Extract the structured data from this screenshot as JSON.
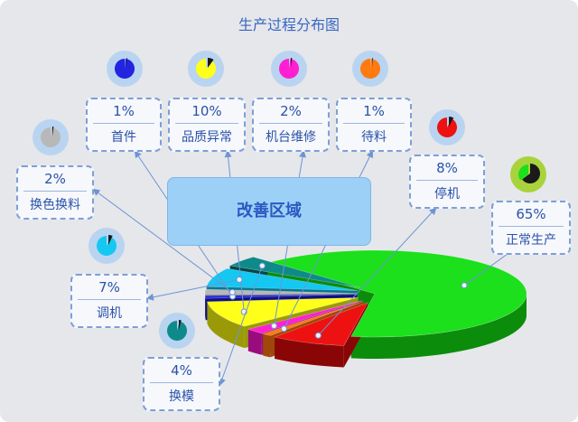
{
  "chart_data": {
    "type": "pie",
    "title": "生产过程分布图",
    "slices": [
      {
        "name": "正常生产",
        "value": 65,
        "label": "65%",
        "color": "#1be01b",
        "dark": "#0b8d0b"
      },
      {
        "name": "停机",
        "value": 8,
        "label": "8%",
        "color": "#ee1111",
        "dark": "#8a0606"
      },
      {
        "name": "待料",
        "value": 1,
        "label": "1%",
        "color": "#ff7a10",
        "dark": "#a04808"
      },
      {
        "name": "机台维修",
        "value": 2,
        "label": "2%",
        "color": "#ff1fd2",
        "dark": "#9a0c7e"
      },
      {
        "name": "品质异常",
        "value": 10,
        "label": "10%",
        "color": "#ffff1a",
        "dark": "#9a9a08"
      },
      {
        "name": "首件",
        "value": 1,
        "label": "1%",
        "color": "#2424e0",
        "dark": "#101080"
      },
      {
        "name": "换色换料",
        "value": 2,
        "label": "2%",
        "color": "#b8b8b8",
        "dark": "#6c6c6c"
      },
      {
        "name": "调机",
        "value": 7,
        "label": "7%",
        "color": "#15c8f2",
        "dark": "#0a7790"
      },
      {
        "name": "换模",
        "value": 4,
        "label": "4%",
        "color": "#0e8a8a",
        "dark": "#064848"
      }
    ]
  },
  "improve_label": "改善区域",
  "colors": {
    "background": "#e6e7ea",
    "box_border": "#7f9fd6",
    "highlight_border": "#21c91d",
    "text": "#2a52a8"
  }
}
